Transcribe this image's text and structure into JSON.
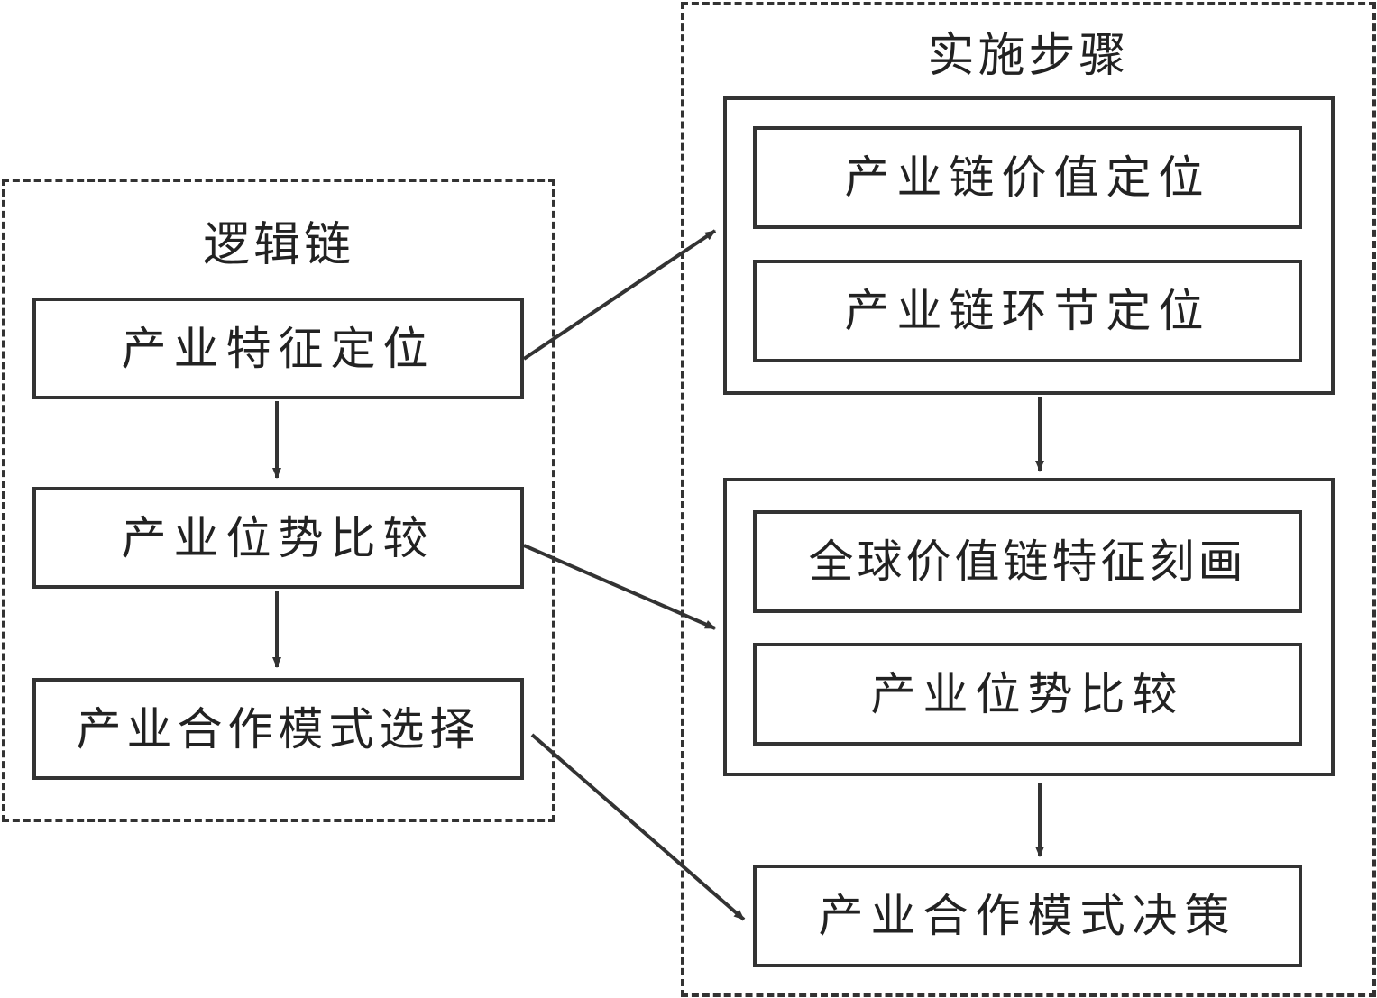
{
  "logic_chain": {
    "title": "逻辑链",
    "nodes": [
      "产业特征定位",
      "产业位势比较",
      "产业合作模式选择"
    ]
  },
  "implementation_steps": {
    "title": "实施步骤",
    "panel_1": [
      "产业链价值定位",
      "产业链环节定位"
    ],
    "panel_2": [
      "全球价值链特征刻画",
      "产业位势比较"
    ],
    "final": "产业合作模式决策"
  },
  "colors": {
    "line": "#333333",
    "text": "#222222",
    "background": "#ffffff"
  }
}
